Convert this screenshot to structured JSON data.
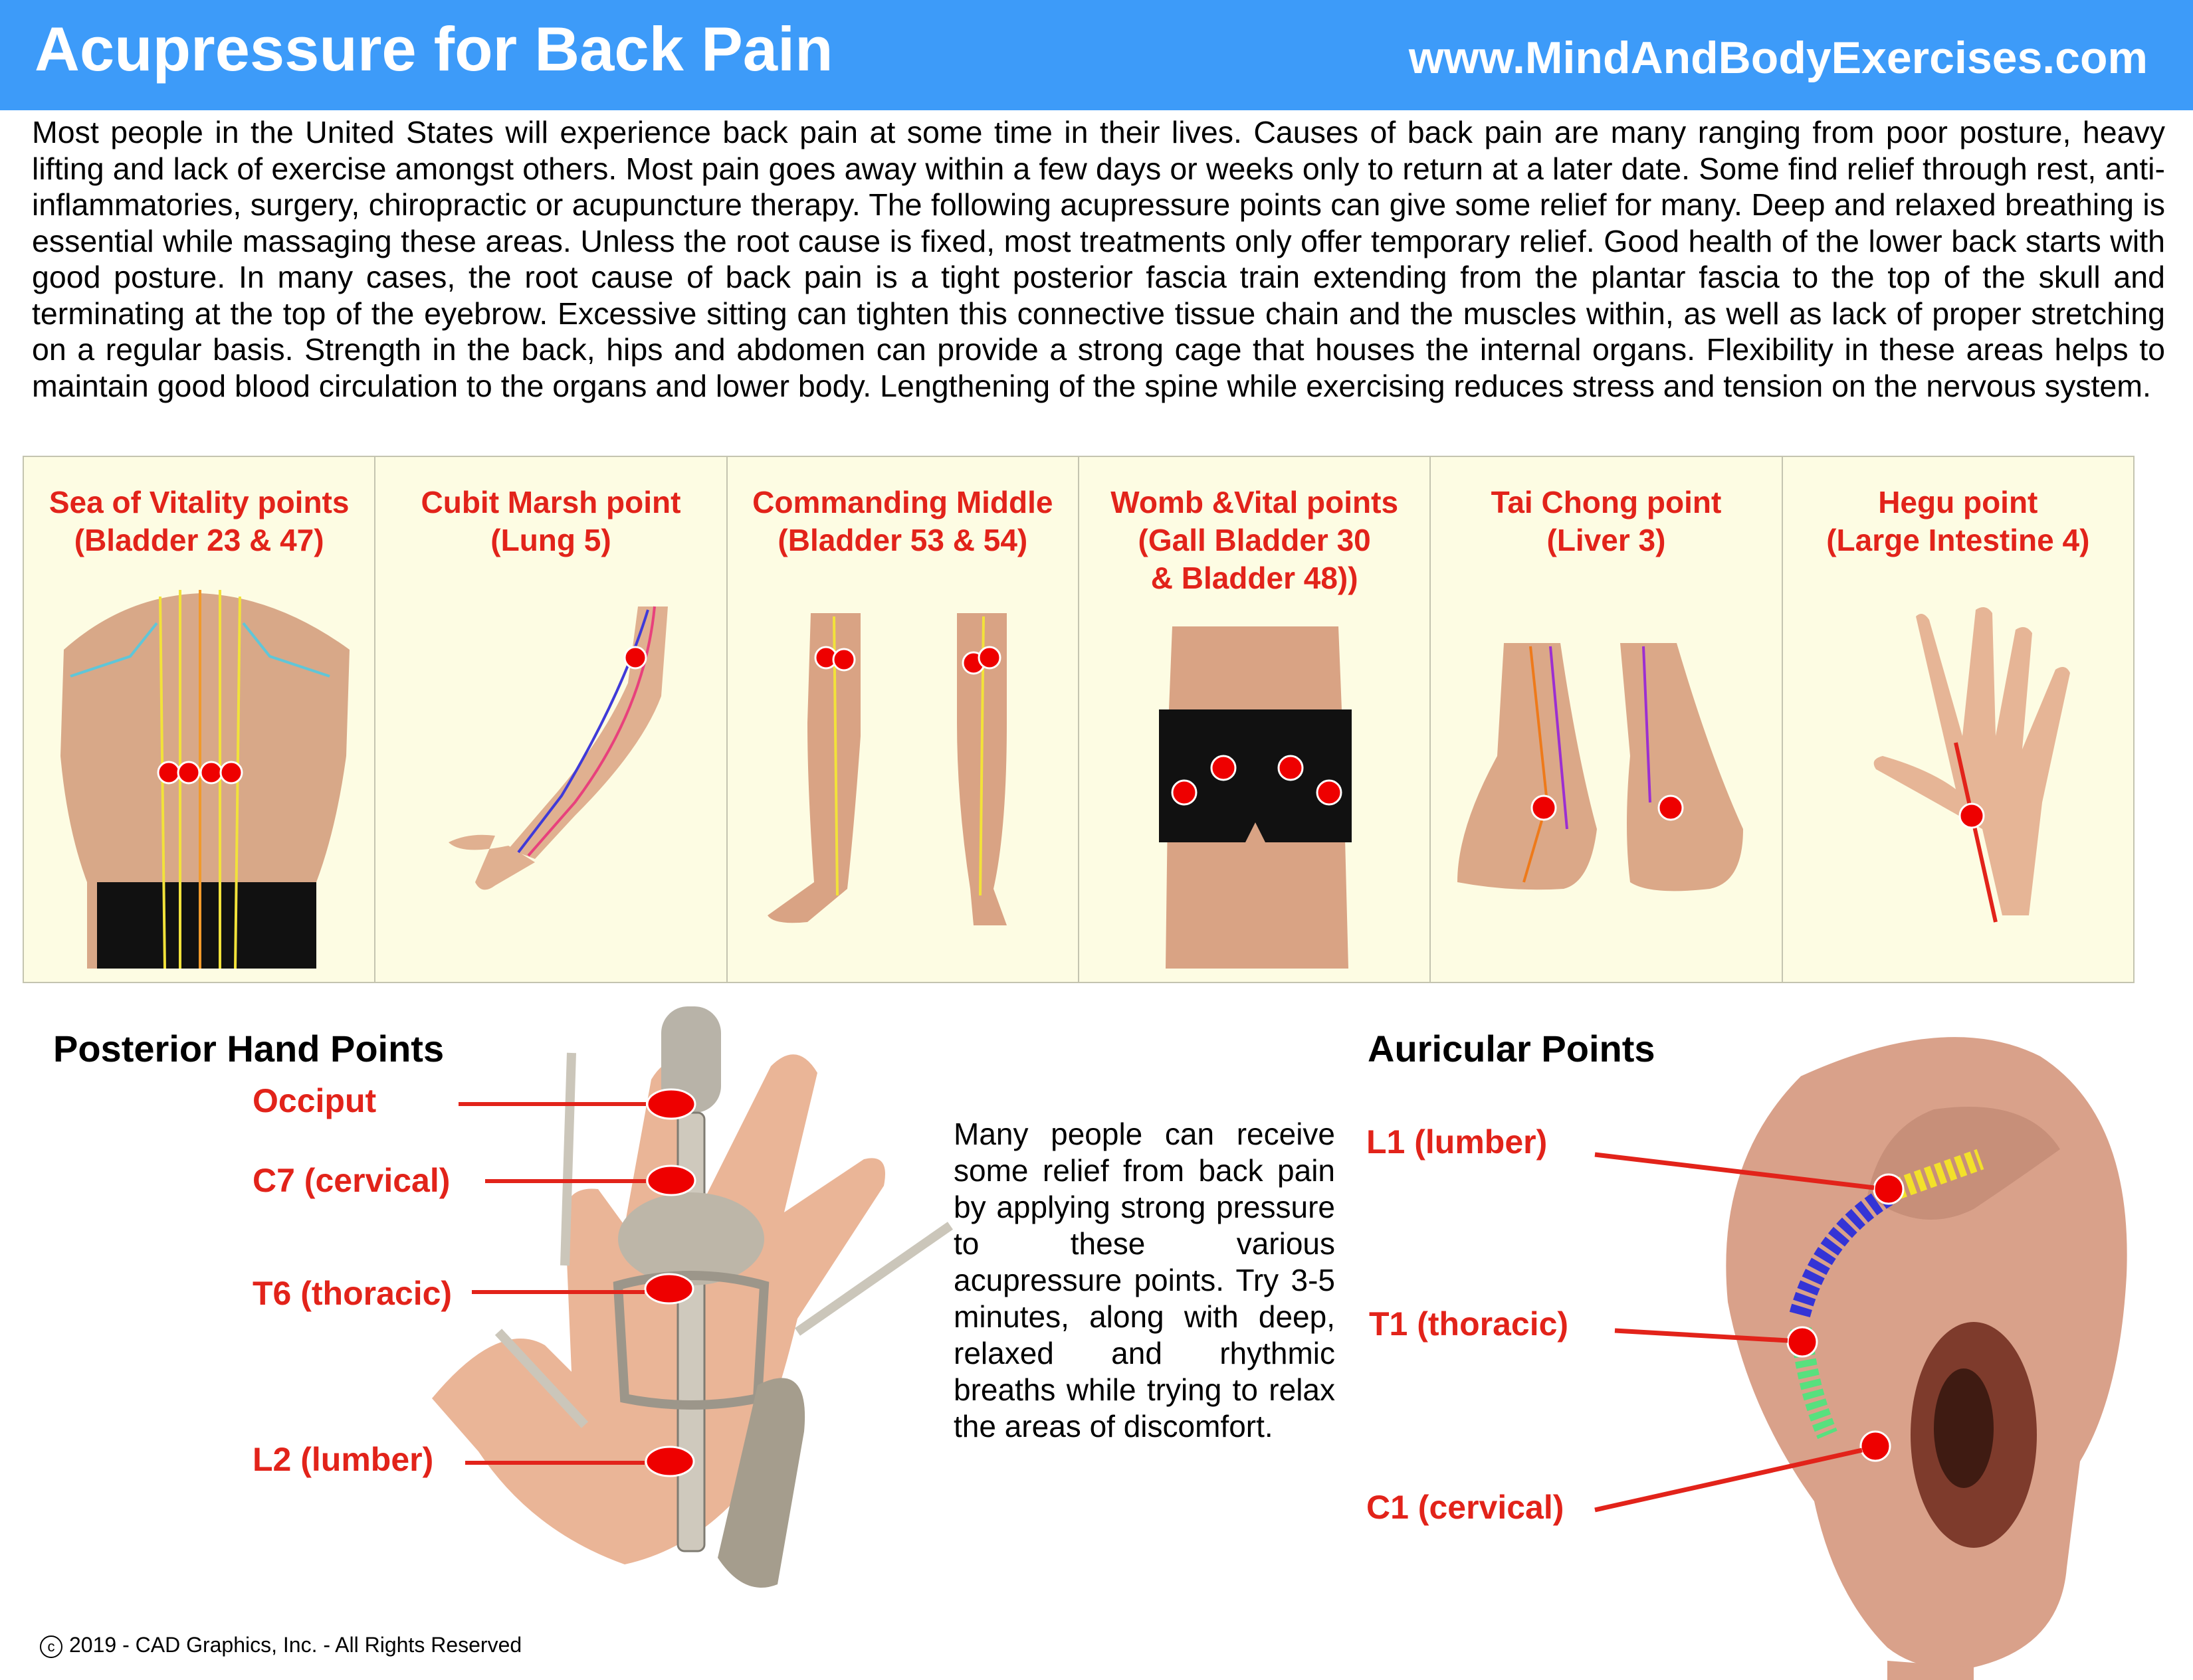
{
  "header": {
    "title": "Acupressure for Back Pain",
    "website": "www.MindAndBodyExercises.com"
  },
  "intro": "Most people in the United States will experience back pain at some time in their lives.  Causes of back pain are many ranging from poor posture, heavy lifting and lack of exercise amongst others.  Most pain goes away within a few days or weeks only to return at a later date.  Some find relief through rest, anti-inflammatories, surgery, chiropractic or acupuncture therapy. The following acupressure points can give some relief for many. Deep and relaxed breathing is essential while massaging these areas. Unless the root cause is fixed, most treatments only offer temporary relief. Good health of the lower back starts with good posture. In many cases, the root cause of back pain is a tight posterior fascia train extending from the plantar fascia to the top of the skull and terminating at the top of the eyebrow. Excessive sitting can tighten this connective tissue chain and the muscles within, as well as lack of proper stretching on a regular basis.   Strength in the back, hips and abdomen can provide a strong cage that houses the internal organs.  Flexibility in these areas helps to maintain good blood circulation to the organs and lower body.  Lengthening of the spine while exercising reduces stress and tension on the nervous system.",
  "panels": [
    {
      "title_line1": "Sea of Vitality points",
      "title_line2": "(Bladder 23 & 47)",
      "title_line3": ""
    },
    {
      "title_line1": "Cubit Marsh point",
      "title_line2": "(Lung 5)",
      "title_line3": ""
    },
    {
      "title_line1": "Commanding Middle",
      "title_line2": "(Bladder 53 & 54)",
      "title_line3": ""
    },
    {
      "title_line1": "Womb &Vital points",
      "title_line2": "(Gall Bladder 30",
      "title_line3": "& Bladder 48))"
    },
    {
      "title_line1": "Tai Chong point",
      "title_line2": "(Liver 3)",
      "title_line3": ""
    },
    {
      "title_line1": "Hegu point",
      "title_line2": "(Large Intestine 4)",
      "title_line3": ""
    }
  ],
  "hand_section": {
    "title": "Posterior Hand Points",
    "labels": [
      "Occiput",
      "C7 (cervical)",
      "T6 (thoracic)",
      "L2 (lumber)"
    ]
  },
  "middle_text": "Many people can receive some relief from back pain by applying strong pressure to these various acupressure points. Try 3-5 minutes, along with deep, relaxed and rhythmic breaths while trying to relax the areas of discomfort.",
  "ear_section": {
    "title": "Auricular Points",
    "labels": [
      "L1 (lumber)",
      "T1 (thoracic)",
      "C1 (cervical)"
    ]
  },
  "copyright": {
    "symbol": "c",
    "text": "2019 - CAD Graphics, Inc. - All Rights Reserved"
  },
  "colors": {
    "header_bg": "#3d9bf9",
    "accent_red": "#e2231a",
    "panel_bg": "#fdfce3"
  }
}
